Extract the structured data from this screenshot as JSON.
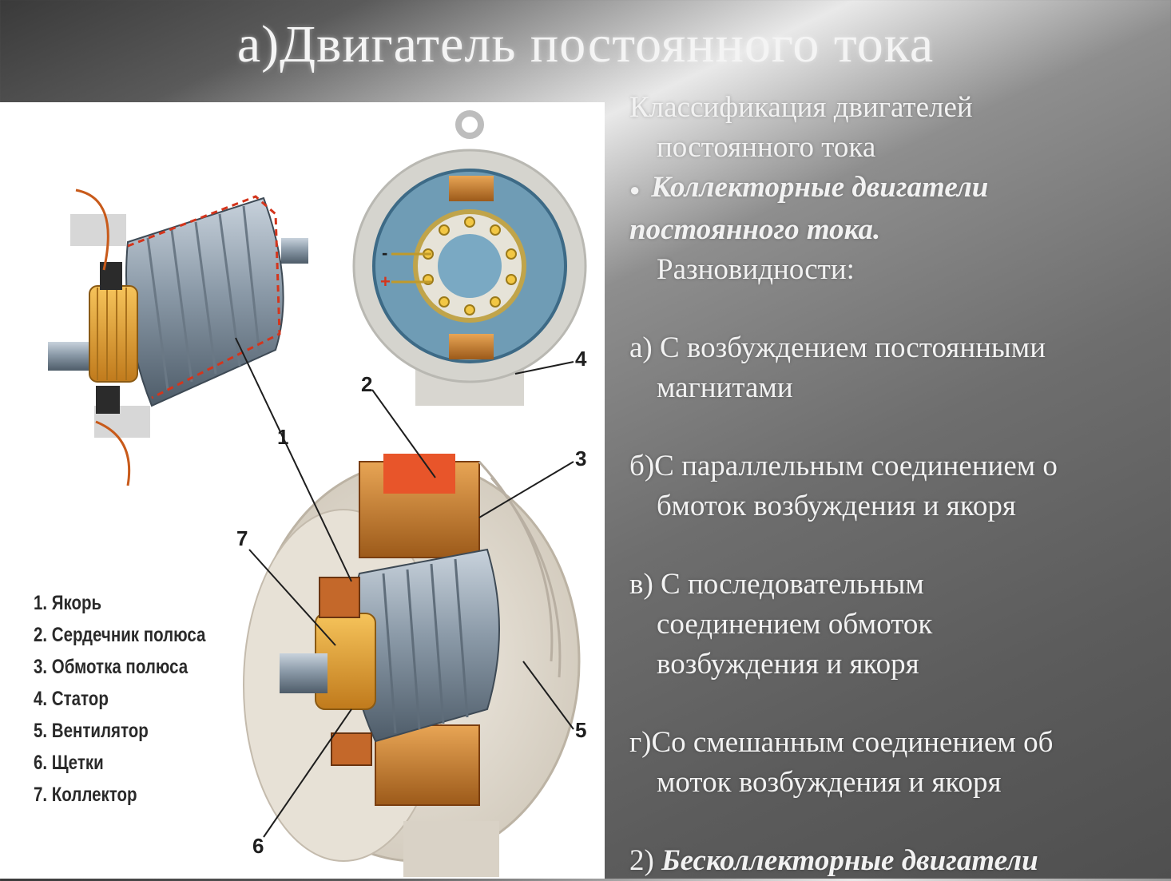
{
  "title": "а)Двигатель постоянного тока",
  "legend": [
    "1. Якорь",
    "2. Сердечник полюса",
    "3. Обмотка полюса",
    "4. Статор",
    "5. Вентилятор",
    "6. Щетки",
    "7. Коллектор"
  ],
  "callouts": [
    "1",
    "2",
    "3",
    "4",
    "5",
    "6",
    "7"
  ],
  "polarity": [
    "-",
    "+"
  ],
  "text": {
    "heading_line1": "Классификация двигателей",
    "heading_line2": "постоянного тока",
    "collector_line1": "Коллекторные двигатели",
    "collector_line2": "постоянного тока.",
    "varieties": "Разновидности:",
    "a_line1": "а) С возбуждением постоянными",
    "a_line2": "магнитами",
    "b_line1": "б)С параллельным соединением о",
    "b_line2": "бмоток возбуждения и якоря",
    "v_line1": "в) С последовательным",
    "v_line2": "соединением обмоток",
    "v_line3": "возбуждения и якоря",
    "g_line1": "г)Со смешанным соединением об",
    "g_line2": "моток возбуждения и якоря",
    "last_prefix": "2) ",
    "last_bold": "Бесколлекторные двигатели"
  }
}
